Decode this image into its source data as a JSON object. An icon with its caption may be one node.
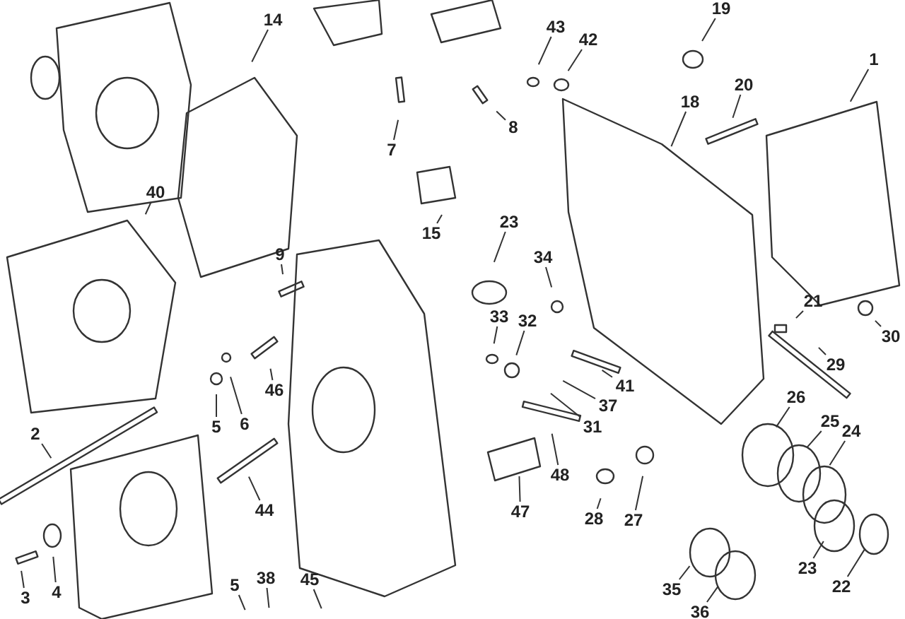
{
  "diagram": {
    "nodes": [
      {
        "text": [
          "14"
        ]
      },
      {
        "text": [
          "19"
        ]
      },
      {
        "text": [
          "43"
        ]
      },
      {
        "text": [
          "42"
        ]
      },
      {
        "text": [
          "1"
        ]
      },
      {
        "text": [
          "20"
        ]
      },
      {
        "text": [
          "18"
        ]
      },
      {
        "text": [
          "7"
        ]
      },
      {
        "text": [
          "8"
        ]
      },
      {
        "text": [
          "40"
        ]
      },
      {
        "text": [
          "15"
        ]
      },
      {
        "text": [
          "23"
        ]
      },
      {
        "text": [
          "34"
        ]
      },
      {
        "text": [
          "9"
        ]
      },
      {
        "text": [
          "21"
        ]
      },
      {
        "text": [
          "30"
        ]
      },
      {
        "text": [
          "33"
        ]
      },
      {
        "text": [
          "32"
        ]
      },
      {
        "text": [
          "29"
        ]
      },
      {
        "text": [
          "41"
        ]
      },
      {
        "text": [
          "46"
        ]
      },
      {
        "text": [
          "5"
        ]
      },
      {
        "text": [
          "6"
        ]
      },
      {
        "text": [
          "2"
        ]
      },
      {
        "text": [
          "37"
        ]
      },
      {
        "text": [
          "31"
        ]
      },
      {
        "text": [
          "26"
        ]
      },
      {
        "text": [
          "25"
        ]
      },
      {
        "text": [
          "24"
        ]
      },
      {
        "text": [
          "48"
        ]
      },
      {
        "text": [
          "44"
        ]
      },
      {
        "text": [
          "47"
        ]
      },
      {
        "text": [
          "28"
        ]
      },
      {
        "text": [
          "27"
        ]
      },
      {
        "text": [
          "3"
        ]
      },
      {
        "text": [
          "4"
        ]
      },
      {
        "text": [
          "5"
        ]
      },
      {
        "text": [
          "38"
        ]
      },
      {
        "text": [
          "45"
        ]
      },
      {
        "text": [
          "23"
        ]
      },
      {
        "text": [
          "22"
        ]
      },
      {
        "text": [
          "35"
        ]
      },
      {
        "text": [
          "36"
        ]
      }
    ],
    "edges": [
      {
        "from": 0,
        "to": null,
        "arrow": "none"
      },
      {
        "from": 1,
        "to": null,
        "arrow": "none"
      },
      {
        "from": 2,
        "to": null,
        "arrow": "none"
      },
      {
        "from": 3,
        "to": null,
        "arrow": "none"
      },
      {
        "from": 4,
        "to": null,
        "arrow": "none"
      },
      {
        "from": 5,
        "to": null,
        "arrow": "none"
      },
      {
        "from": 6,
        "to": null,
        "arrow": "none"
      },
      {
        "from": 7,
        "to": null,
        "arrow": "none"
      },
      {
        "from": 8,
        "to": null,
        "arrow": "none"
      },
      {
        "from": 9,
        "to": null,
        "arrow": "none"
      },
      {
        "from": 10,
        "to": null,
        "arrow": "none"
      },
      {
        "from": 11,
        "to": null,
        "arrow": "none"
      },
      {
        "from": 12,
        "to": null,
        "arrow": "none"
      },
      {
        "from": 13,
        "to": null,
        "arrow": "none"
      },
      {
        "from": 14,
        "to": null,
        "arrow": "none"
      },
      {
        "from": 15,
        "to": null,
        "arrow": "none"
      },
      {
        "from": 16,
        "to": null,
        "arrow": "none"
      },
      {
        "from": 17,
        "to": null,
        "arrow": "none"
      },
      {
        "from": 18,
        "to": null,
        "arrow": "none"
      },
      {
        "from": 19,
        "to": null,
        "arrow": "none"
      },
      {
        "from": 20,
        "to": null,
        "arrow": "none"
      },
      {
        "from": 21,
        "to": null,
        "arrow": "none"
      },
      {
        "from": 22,
        "to": null,
        "arrow": "none"
      },
      {
        "from": 23,
        "to": null,
        "arrow": "none"
      },
      {
        "from": 24,
        "to": null,
        "arrow": "none"
      },
      {
        "from": 25,
        "to": null,
        "arrow": "none"
      },
      {
        "from": 26,
        "to": null,
        "arrow": "none"
      },
      {
        "from": 27,
        "to": null,
        "arrow": "none"
      },
      {
        "from": 28,
        "to": null,
        "arrow": "none"
      },
      {
        "from": 29,
        "to": null,
        "arrow": "none"
      },
      {
        "from": 30,
        "to": null,
        "arrow": "none"
      },
      {
        "from": 31,
        "to": null,
        "arrow": "none"
      },
      {
        "from": 32,
        "to": null,
        "arrow": "none"
      },
      {
        "from": 33,
        "to": null,
        "arrow": "none"
      },
      {
        "from": 34,
        "to": null,
        "arrow": "none"
      },
      {
        "from": 35,
        "to": null,
        "arrow": "none"
      },
      {
        "from": 36,
        "to": null,
        "arrow": "none"
      },
      {
        "from": 37,
        "to": null,
        "arrow": "none"
      },
      {
        "from": 38,
        "to": null,
        "arrow": "none"
      },
      {
        "from": 39,
        "to": null,
        "arrow": "none"
      },
      {
        "from": 40,
        "to": null,
        "arrow": "none"
      },
      {
        "from": 41,
        "to": null,
        "arrow": "none"
      },
      {
        "from": 42,
        "to": null,
        "arrow": "none"
      }
    ]
  }
}
